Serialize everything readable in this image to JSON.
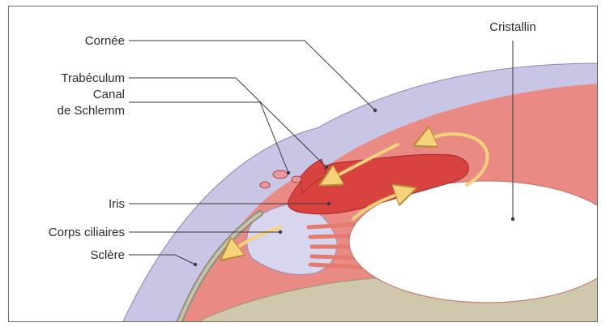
{
  "labels": {
    "cornea": "Cornée",
    "trabeculum": "Trabéculum",
    "canal_line1": "Canal",
    "canal_line2": "de Schlemm",
    "iris": "Iris",
    "ciliary_body": "Corps ciliaires",
    "sclera": "Sclère",
    "lens": "Cristallin"
  },
  "colors": {
    "background": "#ffffff",
    "cornea_sclera": "#c8c6e4",
    "anterior_chamber": "#e98a84",
    "iris": "#d8433f",
    "iris_outline": "#a5262a",
    "ciliary": "#d8d6ee",
    "vitreous": "#cfc8ad",
    "lens": "#ffffff",
    "flow_arrow": "#f6d27a",
    "zonule_band": "#e57a6f",
    "canal": "#e69aa0",
    "leader_line": "#3a3a3a",
    "text": "#2b2b2b"
  },
  "icons": {
    "flow": "curved-arrow"
  }
}
